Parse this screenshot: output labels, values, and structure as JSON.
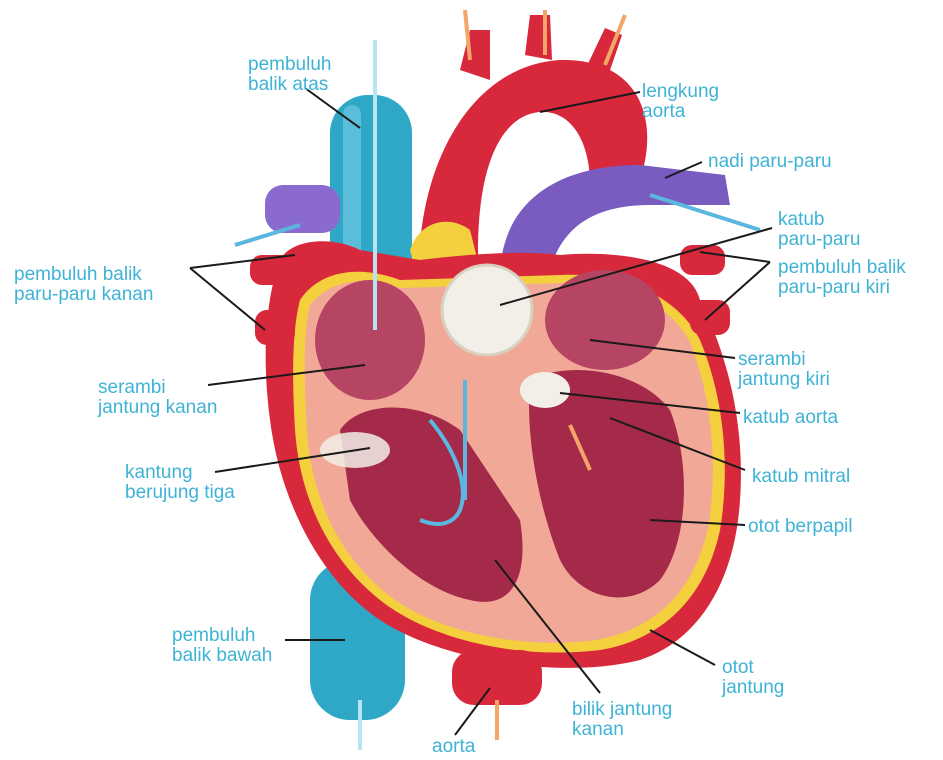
{
  "colors": {
    "label": "#3fb3d6",
    "vein": "#2fa8c8",
    "artery": "#d8283c",
    "pulmonary": "#7a5cc0",
    "muscle": "#f2a896",
    "fat": "#f4d03f",
    "valve": "#f2efe8",
    "flow_blue": "#5bb7e0",
    "flow_orange": "#f3a667"
  },
  "labels": {
    "superior_vena_cava": [
      "pembuluh",
      "balik atas"
    ],
    "aortic_arch": [
      "lengkung",
      "aorta"
    ],
    "pulmonary_artery": [
      "nadi paru-paru"
    ],
    "pulmonary_valve": [
      "katub",
      "paru-paru"
    ],
    "left_pulmonary_veins": [
      "pembuluh balik",
      "paru-paru kiri"
    ],
    "right_pulmonary_veins": [
      "pembuluh balik",
      "paru-paru kanan"
    ],
    "left_atrium": [
      "serambi",
      "jantung kiri"
    ],
    "right_atrium": [
      "serambi",
      "jantung kanan"
    ],
    "aortic_valve": [
      "katub aorta"
    ],
    "tricuspid_valve": [
      "kantung",
      "berujung tiga"
    ],
    "mitral_valve": [
      "katub mitral"
    ],
    "papillary_muscle": [
      "otot berpapil"
    ],
    "inferior_vena_cava": [
      "pembuluh",
      "balik bawah"
    ],
    "heart_muscle": [
      "otot",
      "jantung"
    ],
    "right_ventricle": [
      "bilik jantung",
      "kanan"
    ],
    "aorta": [
      "aorta"
    ]
  }
}
